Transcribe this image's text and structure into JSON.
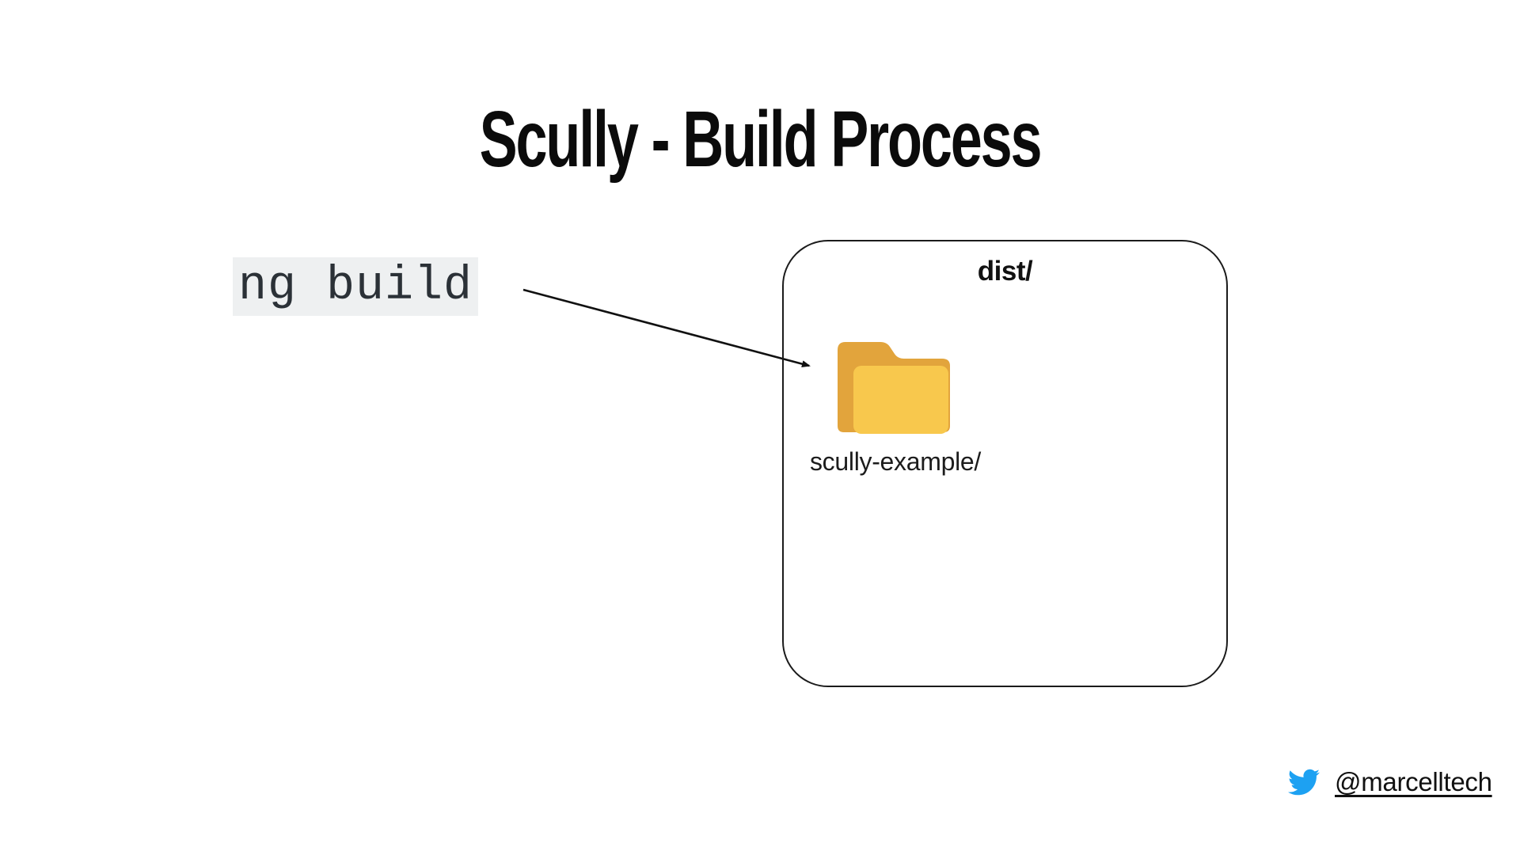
{
  "slide": {
    "title": "Scully - Build Process",
    "command": "ng build",
    "dist_box": {
      "label": "dist/",
      "folder_name": "scully-example/"
    },
    "footer": {
      "twitter_handle": "@marcelltech"
    },
    "icons": {
      "folder": "folder-icon",
      "twitter": "twitter-bird-icon",
      "arrow": "arrow-right-connector"
    }
  },
  "colors": {
    "background": "#ffffff",
    "title": "#0b0b0b",
    "code_bg": "#eef0f1",
    "code_text": "#2b3137",
    "box_border": "#1b1b1b",
    "box_label": "#111111",
    "folder_back": "#e2a43c",
    "folder_front": "#f8c84d",
    "arrow": "#111111",
    "twitter_blue": "#1da1f2",
    "link_text": "#111111"
  }
}
